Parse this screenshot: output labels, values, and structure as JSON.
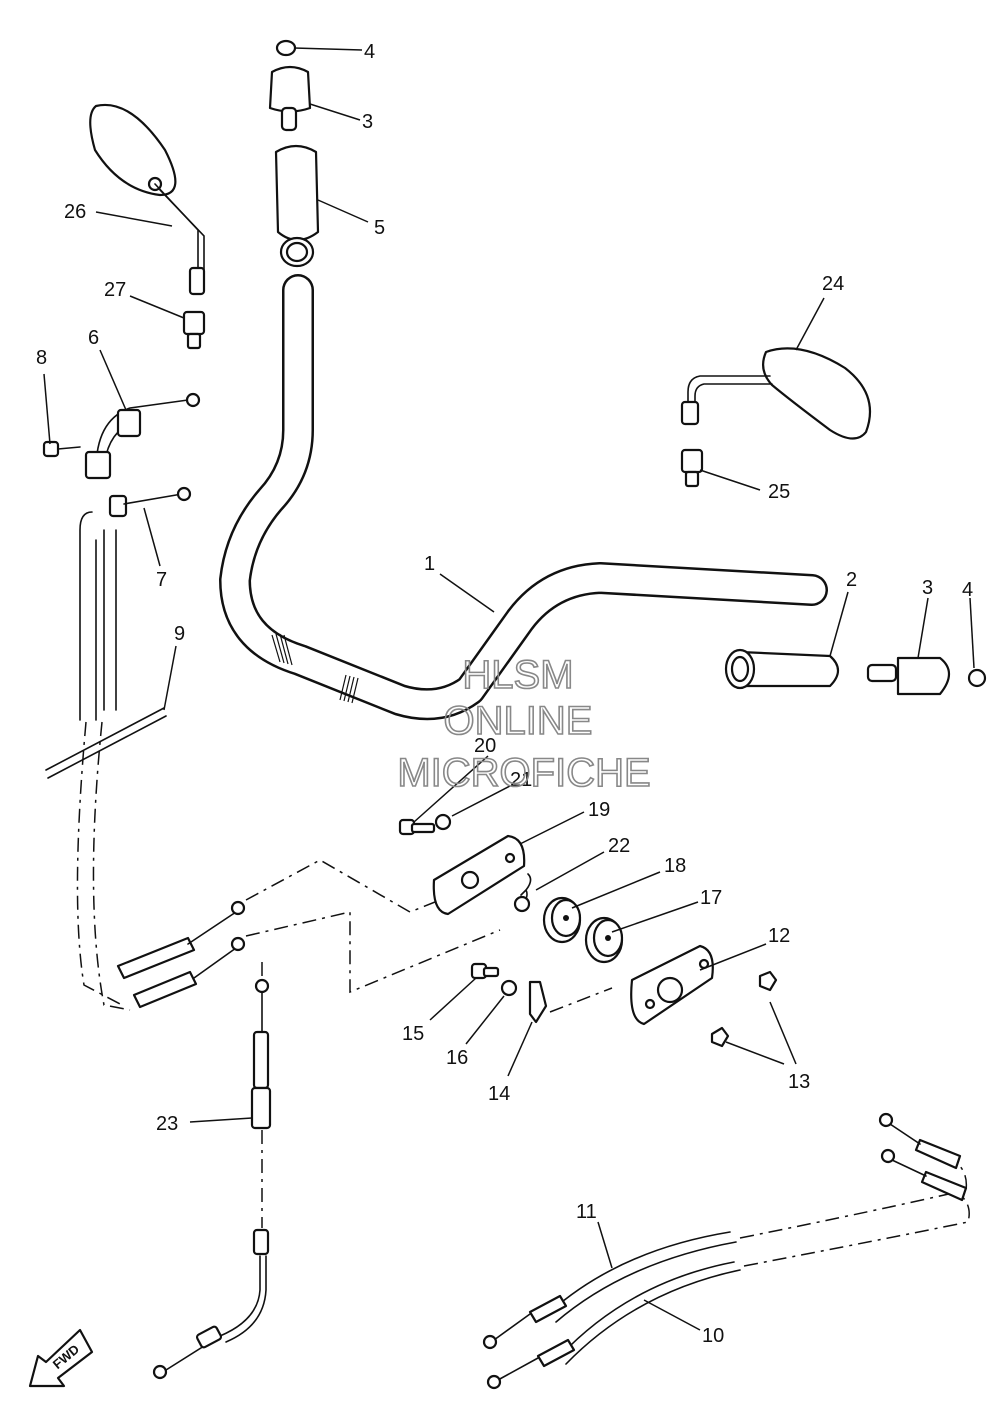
{
  "watermark": {
    "line1": "HLSM",
    "line2": "ONLINE",
    "line3": "MICROFICHE"
  },
  "direction_badge": "FWD",
  "callouts": [
    {
      "id": "c1",
      "label": "1"
    },
    {
      "id": "c2",
      "label": "2"
    },
    {
      "id": "c3a",
      "label": "3"
    },
    {
      "id": "c3b",
      "label": "3"
    },
    {
      "id": "c4a",
      "label": "4"
    },
    {
      "id": "c4b",
      "label": "4"
    },
    {
      "id": "c5",
      "label": "5"
    },
    {
      "id": "c6",
      "label": "6"
    },
    {
      "id": "c7",
      "label": "7"
    },
    {
      "id": "c8",
      "label": "8"
    },
    {
      "id": "c9",
      "label": "9"
    },
    {
      "id": "c10",
      "label": "10"
    },
    {
      "id": "c11",
      "label": "11"
    },
    {
      "id": "c12",
      "label": "12"
    },
    {
      "id": "c13",
      "label": "13"
    },
    {
      "id": "c14",
      "label": "14"
    },
    {
      "id": "c15",
      "label": "15"
    },
    {
      "id": "c16",
      "label": "16"
    },
    {
      "id": "c17",
      "label": "17"
    },
    {
      "id": "c18",
      "label": "18"
    },
    {
      "id": "c19",
      "label": "19"
    },
    {
      "id": "c20",
      "label": "20"
    },
    {
      "id": "c21",
      "label": "21"
    },
    {
      "id": "c22",
      "label": "22"
    },
    {
      "id": "c23",
      "label": "23"
    },
    {
      "id": "c24",
      "label": "24"
    },
    {
      "id": "c25",
      "label": "25"
    },
    {
      "id": "c26",
      "label": "26"
    },
    {
      "id": "c27",
      "label": "27"
    }
  ]
}
